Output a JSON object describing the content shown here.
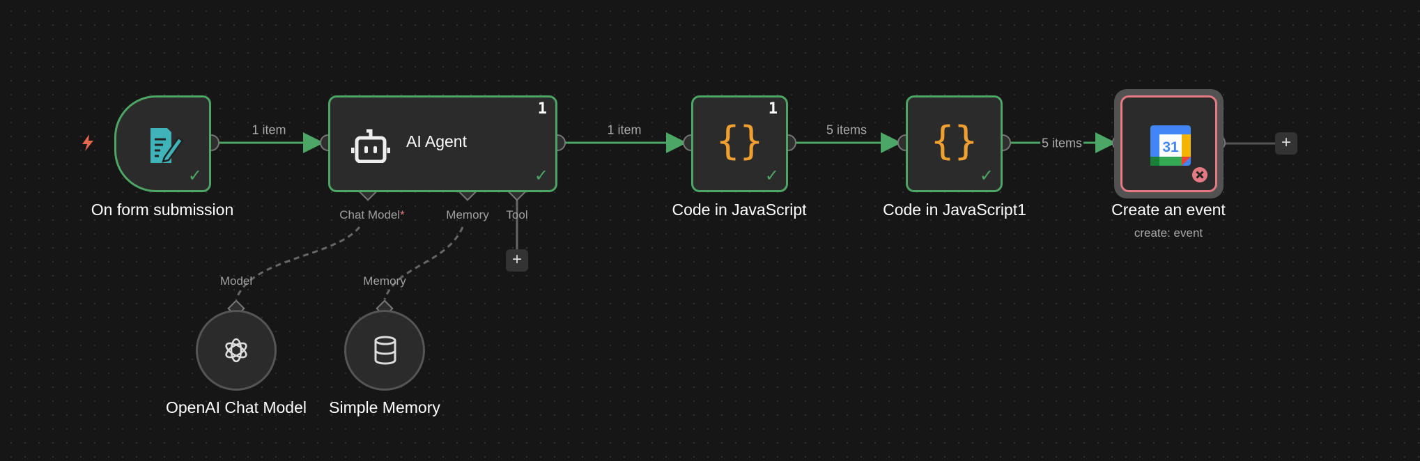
{
  "nodes": {
    "trigger": {
      "title": "On form submission",
      "status": "success",
      "icon": "form-icon"
    },
    "agent": {
      "title": "AI Agent",
      "count": "1",
      "status": "success",
      "icon": "robot-icon",
      "inputs": {
        "chat_model": "Chat Model",
        "required_mark": "*",
        "memory": "Memory",
        "tool": "Tool"
      }
    },
    "code1": {
      "title": "Code in JavaScript",
      "count": "1",
      "status": "success",
      "icon": "code-braces-icon"
    },
    "code2": {
      "title": "Code in JavaScript1",
      "status": "success",
      "icon": "code-braces-icon"
    },
    "calendar": {
      "title": "Create an event",
      "subtitle": "create: event",
      "status": "error",
      "icon": "google-calendar-icon",
      "icon_text": "31"
    },
    "openai": {
      "title": "OpenAI Chat Model",
      "port_label": "Model",
      "icon": "openai-icon"
    },
    "memory": {
      "title": "Simple Memory",
      "port_label": "Memory",
      "icon": "database-icon"
    }
  },
  "edges": {
    "e1": "1 item",
    "e2": "1 item",
    "e3": "5 items",
    "e4": "5 items"
  },
  "buttons": {
    "add": "+"
  },
  "colors": {
    "success": "#4ca766",
    "error": "#e57a83",
    "trigger": "#e8674f",
    "code": "#f0a030",
    "form": "#3fb3b8",
    "background": "#161616",
    "node": "#2b2b2b"
  }
}
